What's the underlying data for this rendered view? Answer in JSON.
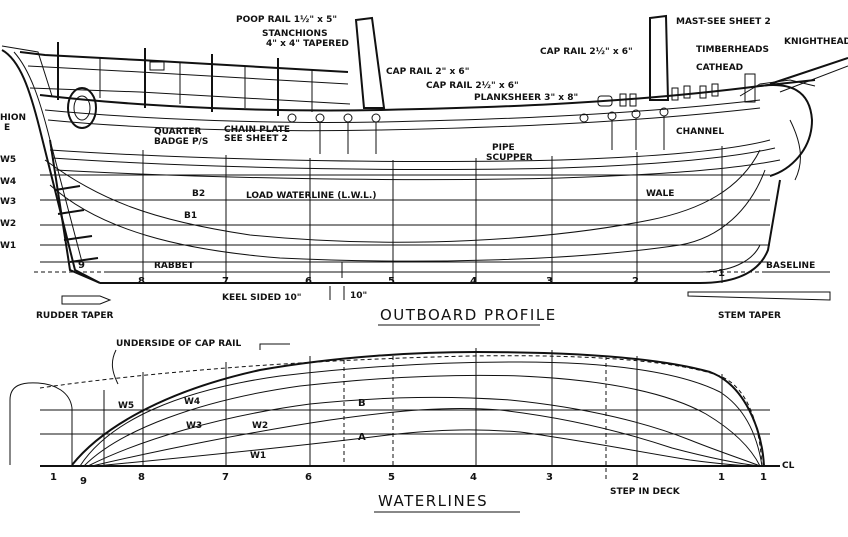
{
  "profile": {
    "title": "OUTBOARD PROFILE",
    "labels": {
      "poop_rail": "POOP RAIL 1½\" x 5\"",
      "stanchions": "STANCHIONS",
      "stanchions_size": "4\" x 4\" TAPERED",
      "mast": "MAST-SEE SHEET 2",
      "cap_rail_a": "CAP RAIL 2\" x 6\"",
      "cap_rail_b": "CAP RAIL 2½\" x 6\"",
      "cap_rail_c": "CAP RAIL 2½\" x 6\"",
      "plank_sheer": "PLANKSHEER 3\" x 8\"",
      "timberheads": "TIMBERHEADS",
      "knighthead": "KNIGHTHEAD",
      "cathead": "CATHEAD",
      "fashion_piece": "HION",
      "fashion_piece2": "E",
      "quarter_badge": "QUARTER",
      "quarter_badge2": "BADGE P/S",
      "chain_plate": "CHAIN PLATE",
      "chain_plate2": "SEE SHEET 2",
      "channel": "CHANNEL",
      "pipe_scupper": "PIPE",
      "pipe_scupper2": "SCUPPER",
      "load_waterline": "LOAD WATERLINE (L.W.L.)",
      "wale": "WALE",
      "b2": "B2",
      "b1": "B1",
      "rabbet": "RABBET",
      "baseline": "BASELINE",
      "keel_sided": "KEEL SIDED 10\"",
      "keel_dim": "10\"",
      "rudder_taper": "RUDDER TAPER",
      "stem_taper": "STEM TAPER",
      "waterline_marks": [
        "W5",
        "W4",
        "W3",
        "W2",
        "W1"
      ],
      "stations": [
        "9",
        "8",
        "7",
        "6",
        "5",
        "4",
        "3",
        "2",
        "1"
      ]
    }
  },
  "waterlines": {
    "title": "WATERLINES",
    "labels": {
      "underside_cap_rail": "UNDERSIDE OF CAP RAIL",
      "w5": "W5",
      "w4": "W4",
      "w3": "W3",
      "w2": "W2",
      "w1": "W1",
      "b": "B",
      "a": "A",
      "cl": "CL",
      "step_in_deck": "STEP IN DECK",
      "stations": [
        "1",
        "9",
        "8",
        "7",
        "6",
        "5",
        "4",
        "3",
        "2",
        "1",
        "1"
      ]
    }
  }
}
